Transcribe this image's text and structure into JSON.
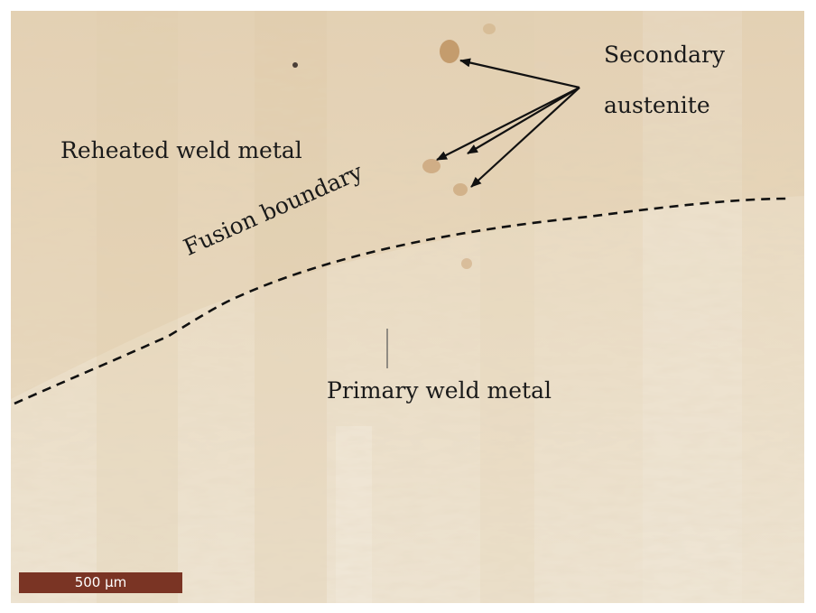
{
  "labels": {
    "reheated": "Reheated weld metal",
    "secondary_line1": "Secondary",
    "secondary_line2": "austenite",
    "fusion": "Fusion boundary",
    "primary": "Primary weld metal"
  },
  "scale_bar": {
    "text": "500 μm"
  },
  "colors": {
    "background": "#eadfcc",
    "scale_bar": "#7a3424",
    "annotation": "#111111",
    "austenite_grain": "#c9a06e"
  }
}
